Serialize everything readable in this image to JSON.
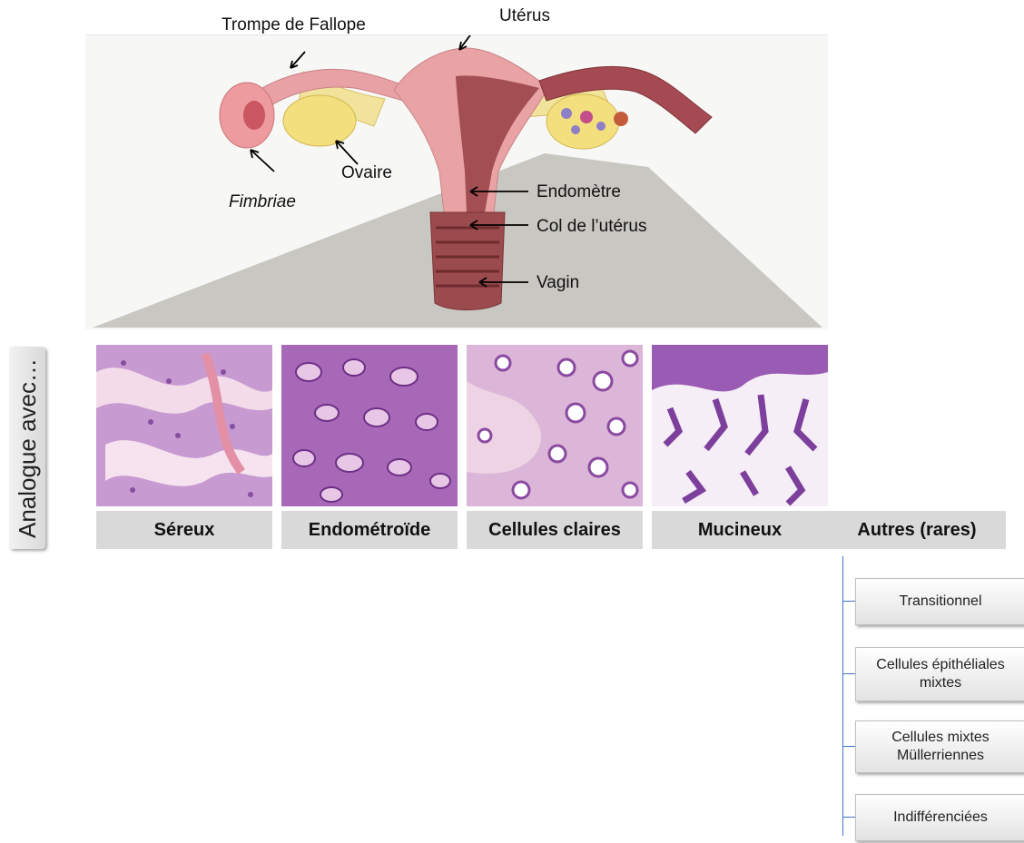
{
  "anatomy": {
    "labels": {
      "fallopian_tube": "Trompe de Fallope",
      "uterus": "Utérus",
      "ovary": "Ovaire",
      "fimbriae": "Fimbriae",
      "endometrium": "Endomètre",
      "cervix": "Col de l’utérus",
      "vagina": "Vagin"
    }
  },
  "side_label": "Analogue avec…",
  "categories": [
    {
      "label": "Séreux"
    },
    {
      "label": "Endométroïde"
    },
    {
      "label": "Cellules claires"
    },
    {
      "label": "Mucineux"
    },
    {
      "label": "Autres (rares)"
    }
  ],
  "rare_subtypes": [
    {
      "label": "Transitionnel"
    },
    {
      "label": "Cellules épithéliales mixtes"
    },
    {
      "label": "Cellules mixtes Müllerriennes"
    },
    {
      "label": "Indifférenciées"
    }
  ],
  "colors": {
    "tissue_pink": "#e7a4a6",
    "ovary_yellow": "#f0dc7c",
    "lumen": "#7d3a3c",
    "histo_purple": "#b07ac2",
    "bar_gray": "#d9d9d9",
    "tree_blue": "#4472c4"
  }
}
